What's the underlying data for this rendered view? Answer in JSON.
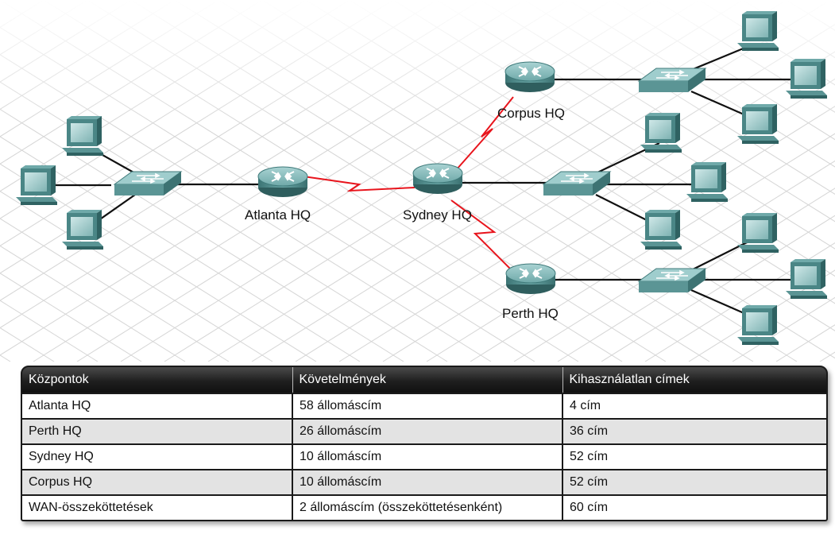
{
  "diagram": {
    "routers": [
      {
        "id": "atlanta",
        "label": "Atlanta HQ"
      },
      {
        "id": "sydney",
        "label": "Sydney HQ"
      },
      {
        "id": "corpus",
        "label": "Corpus HQ"
      },
      {
        "id": "perth",
        "label": "Perth HQ"
      }
    ],
    "colors": {
      "wan_link": "#e8141c",
      "lan_link": "#111111",
      "device": "#4f8c8c"
    }
  },
  "table": {
    "headers": [
      "Központok",
      "Követelmények",
      "Kihasználatlan címek"
    ],
    "rows": [
      [
        "Atlanta HQ",
        "58 állomáscím",
        "4 cím"
      ],
      [
        "Perth HQ",
        "26 állomáscím",
        "36 cím"
      ],
      [
        "Sydney HQ",
        "10 állomáscím",
        "52 cím"
      ],
      [
        "Corpus HQ",
        "10 állomáscím",
        "52 cím"
      ],
      [
        "WAN-összeköttetések",
        "2 állomáscím (összeköttetésenként)",
        "60 cím"
      ]
    ]
  }
}
